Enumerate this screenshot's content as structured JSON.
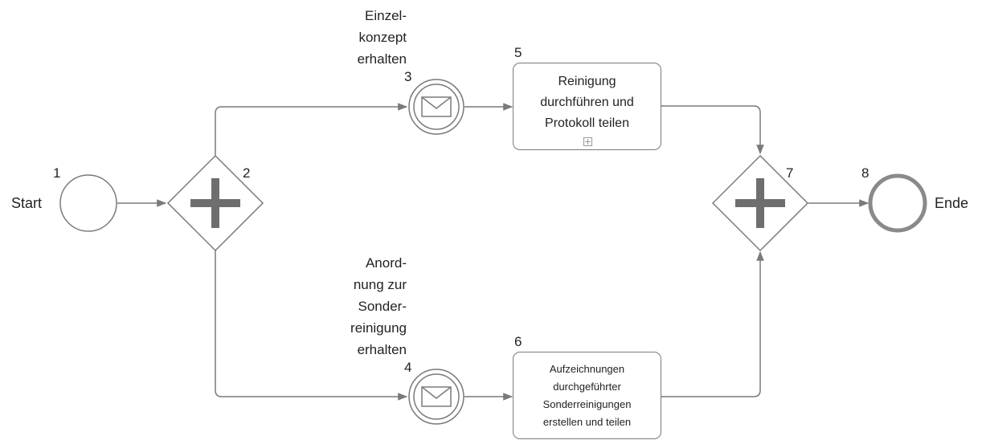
{
  "diagram": {
    "start": {
      "number": "1",
      "label": "Start"
    },
    "gateway_split": {
      "number": "2"
    },
    "event_concept": {
      "number": "3",
      "lines": [
        "Einzel-",
        "konzept",
        "erhalten"
      ]
    },
    "event_order": {
      "number": "4",
      "lines": [
        "Anord-",
        "nung zur",
        "Sonder-",
        "reinigung",
        "erhalten"
      ]
    },
    "task_cleaning": {
      "number": "5",
      "lines": [
        "Reinigung",
        "durchführen und",
        "Protokoll teilen"
      ]
    },
    "task_records": {
      "number": "6",
      "lines": [
        "Aufzeichnungen",
        "durchgeführter",
        "Sonderreinigungen",
        "erstellen und teilen"
      ]
    },
    "gateway_join": {
      "number": "7"
    },
    "end": {
      "number": "8",
      "label": "Ende"
    }
  },
  "colors": {
    "stroke": "#7a7a7a",
    "gateway_cross": "#6e6e6e",
    "end_stroke": "#8a8a8a",
    "text": "#222222"
  }
}
